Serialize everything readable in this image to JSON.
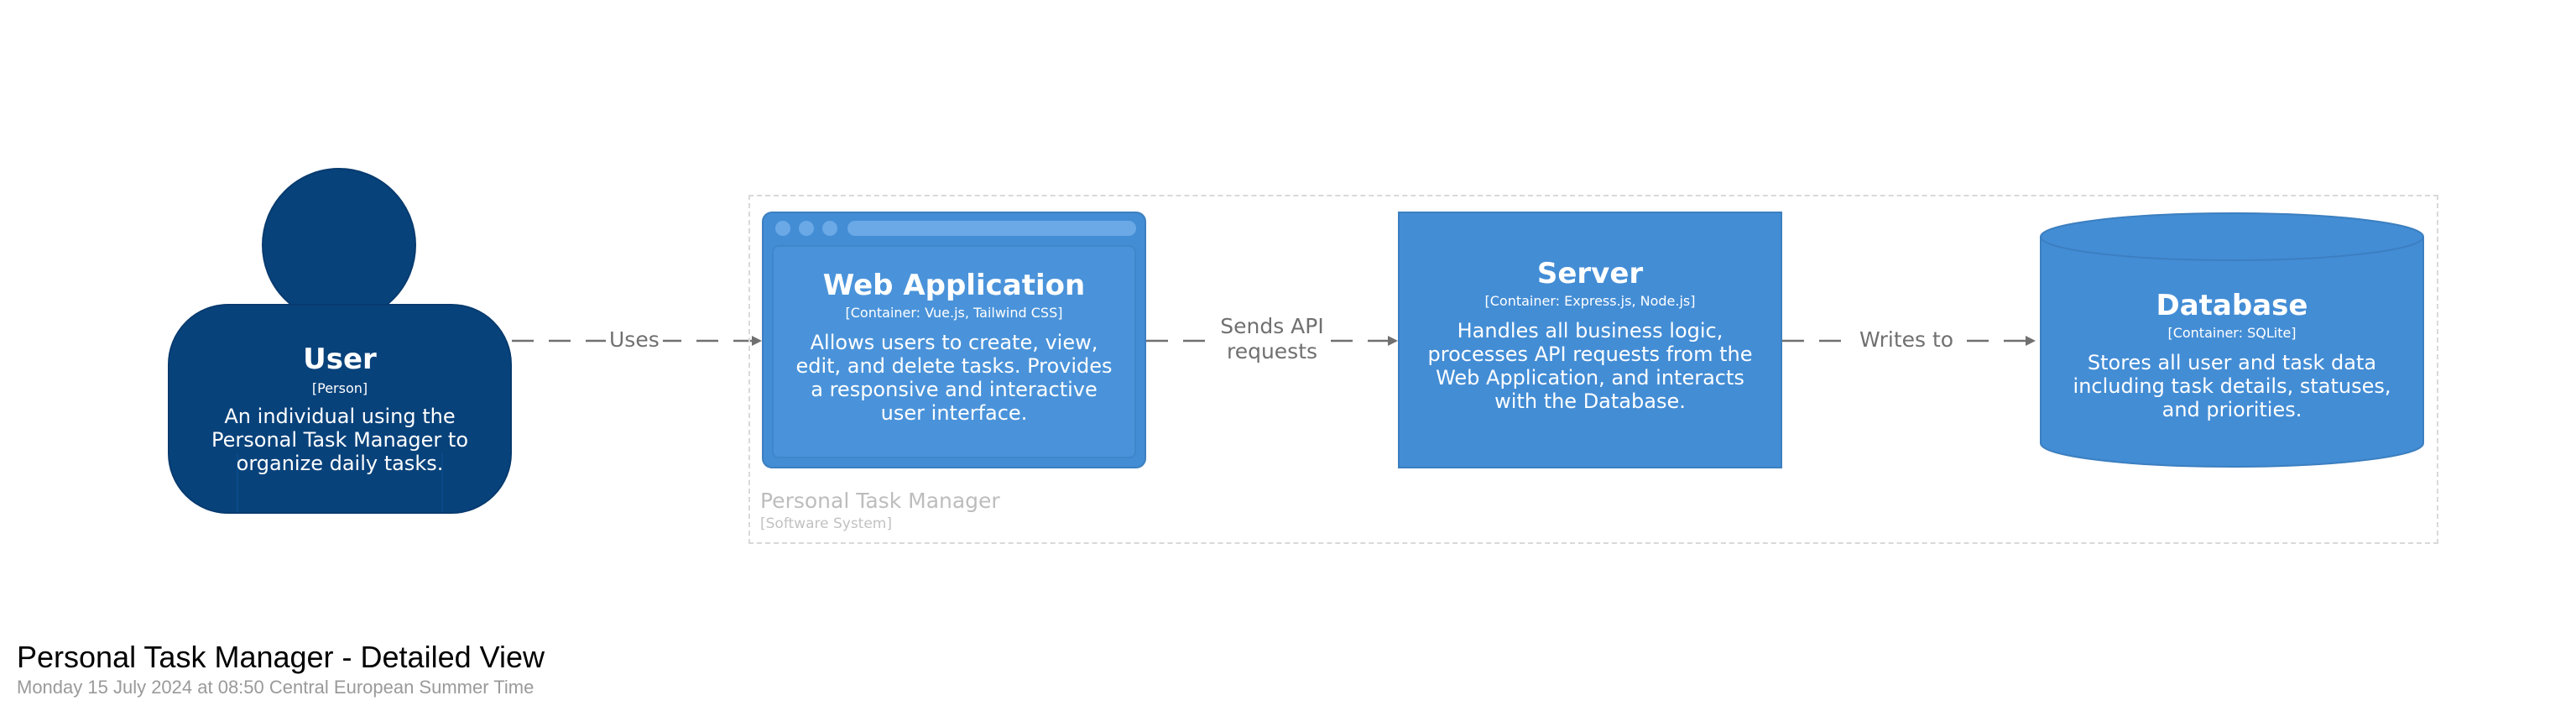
{
  "diagram": {
    "title": "Personal Task Manager - Detailed View",
    "date": "Monday 15 July 2024 at 08:50 Central European Summer Time",
    "colors": {
      "person": "#08427b",
      "container": "#438dd5",
      "edge": "#707070",
      "boundary": "#d9d9d9"
    },
    "person": {
      "name": "User",
      "type": "[Person]",
      "description": "An individual using the Personal Task Manager to organize daily tasks."
    },
    "boundary": {
      "name": "Personal Task Manager",
      "type": "[Software System]"
    },
    "webapp": {
      "name": "Web Application",
      "type": "[Container: Vue.js, Tailwind CSS]",
      "description": "Allows users to create, view, edit, and delete tasks. Provides a responsive and interactive user interface."
    },
    "server": {
      "name": "Server",
      "type": "[Container: Express.js, Node.js]",
      "description": "Handles all business logic, processes API requests from the Web Application, and interacts with the Database."
    },
    "database": {
      "name": "Database",
      "type": "[Container: SQLite]",
      "description": "Stores all user and task data including task details, statuses, and priorities."
    },
    "edges": [
      {
        "from": "User",
        "to": "Web Application",
        "label": "Uses"
      },
      {
        "from": "Web Application",
        "to": "Server",
        "label": "Sends API requests"
      },
      {
        "from": "Server",
        "to": "Database",
        "label": "Writes to"
      }
    ]
  }
}
